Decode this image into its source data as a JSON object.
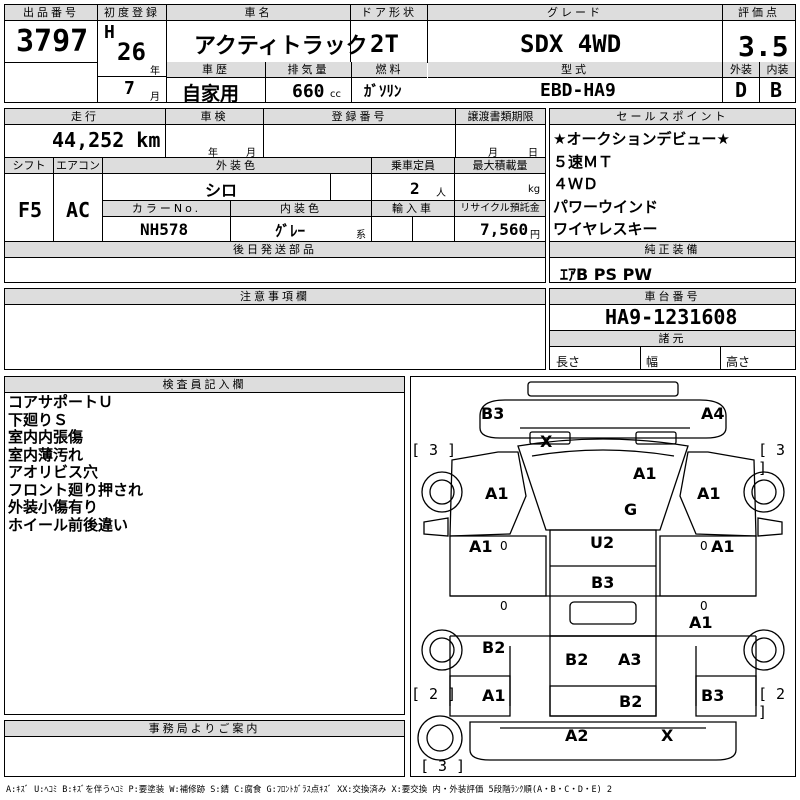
{
  "header": {
    "lot_no_label": "出品番号",
    "lot_no": "3797",
    "first_reg_label": "初度登録",
    "era_prefix": "H",
    "year": "26",
    "year_unit": "年",
    "month": "7",
    "month_unit": "月",
    "car_name_label": "車名",
    "car_name": "アクティトラック",
    "door_label": "ドア形状",
    "door": "2T",
    "grade_label": "グレード",
    "grade": "SDX 4WD",
    "score_label": "評価点",
    "score": "3.5",
    "history_label": "車歴",
    "history": "自家用",
    "displacement_label": "排気量",
    "displacement": "660",
    "displacement_unit": "cc",
    "fuel_label": "燃料",
    "fuel": "ｶﾞｿﾘﾝ",
    "model_label": "型式",
    "model": "EBD-HA9",
    "exterior_label": "外装",
    "exterior_grade": "D",
    "interior_label": "内装",
    "interior_grade": "B"
  },
  "row2": {
    "mileage_label": "走行",
    "mileage": "44,252 km",
    "inspection_label": "車検",
    "inspection_year_unit": "年",
    "inspection_month_unit": "月",
    "reg_no_label": "登録番号",
    "transfer_label": "譲渡書類期限",
    "transfer_month_unit": "月",
    "transfer_day_unit": "日",
    "shift_label": "シフト",
    "shift": "F5",
    "ac_label": "エアコン",
    "ac": "AC",
    "ext_color_label": "外装色",
    "ext_color": "シロ",
    "capacity_label": "乗車定員",
    "capacity": "2",
    "capacity_unit": "人",
    "max_load_label": "最大積載量",
    "max_load_unit": "kg",
    "color_no_label": "カラーNo.",
    "color_no": "NH578",
    "int_color_label": "内装色",
    "int_color": "ｸﾞﾚｰ",
    "int_color_unit": "系",
    "import_label": "輸入車",
    "recycle_label": "リサイクル預託金",
    "recycle": "7,560",
    "recycle_unit": "円",
    "later_parts_label": "後日発送部品"
  },
  "sales": {
    "label": "セールスポイント",
    "items": [
      "★オークションデビュー★",
      "５速ＭＴ",
      "４ＷＤ",
      "パワーウインド",
      "ワイヤレスキー"
    ]
  },
  "equipment": {
    "label": "純正装備",
    "value": "ｴｱB PS PW"
  },
  "notes_section": {
    "label": "注意事項欄"
  },
  "chassis": {
    "label": "車台番号",
    "value": "HA9-1231608",
    "spec_label": "諸元",
    "length_label": "長さ",
    "width_label": "幅",
    "height_label": "高さ"
  },
  "inspector": {
    "label": "検査員記入欄",
    "lines": [
      "コアサポートＵ",
      "下廻りＳ",
      "室内内張傷",
      "室内薄汚れ",
      "アオリビス穴",
      "フロント廻り押され",
      "外装小傷有り",
      "ホイール前後違い"
    ]
  },
  "office": {
    "label": "事務局よりご案内"
  },
  "diagram_marks": {
    "b3_front_left": "B3",
    "a4_front_right": "A4",
    "x_hood": "X",
    "a1_windshield": "A1",
    "g_windshield": "G",
    "a1_front_left_fender": "A1",
    "a1_front_right_fender": "A1",
    "a1_left_door": "A1",
    "a1_right_door": "A1",
    "u2_roof": "U2",
    "b3_cab_rear": "B3",
    "a1_right_bed": "A1",
    "b2_left_rear": "B2",
    "b2_bed_left": "B2",
    "a3_bed_right": "A3",
    "a1_rear_left": "A1",
    "b3_rear_right": "B3",
    "b2_tailgate": "B2",
    "a2_rear_bumper": "A2",
    "x_rear_bumper": "X",
    "tire_fl": "[ 3 ]",
    "tire_fr": "[ 3 ]",
    "tire_rl": "[ 2 ]",
    "tire_rr": "[ 2 ]",
    "tire_spare": "[ 3 ]",
    "zero_l1": "0",
    "zero_r1": "0",
    "zero_l2": "0",
    "zero_r2": "0"
  },
  "legend": "A:ｷｽﾞ U:ﾍｺﾐ B:ｷｽﾞを伴うﾍｺﾐ P:要塗装 W:補修跡 S:錆 C:腐食 G:ﾌﾛﾝﾄｶﾞﾗｽ点ｷｽﾞ XX:交換済み X:要交換 内・外装評価 5段階ﾗﾝｸ順(A・B・C・D・E) 2"
}
